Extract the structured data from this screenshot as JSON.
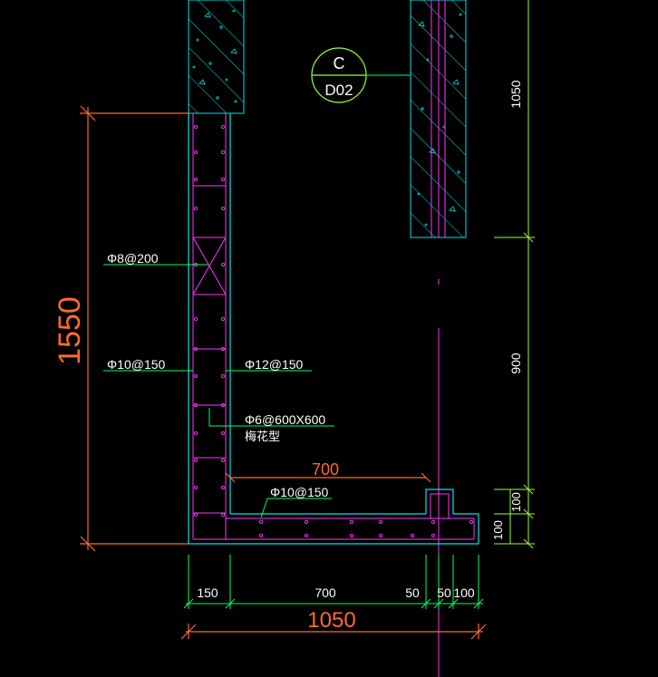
{
  "colors": {
    "background": "#000000",
    "dimension": "#ff6a2a",
    "concrete": "#00e5e5",
    "rebar": "#ff33ff",
    "leader": "#00ff66",
    "annotation": "#ffffff",
    "level_line": "#99ff33"
  },
  "section_marker": {
    "letter": "C",
    "sheet": "D02"
  },
  "rebar_labels": {
    "top_wall": "Φ8@200",
    "left_outer": "Φ10@150",
    "left_inner": "Φ12@150",
    "tie_line1": "Φ6@600X600",
    "tie_line2": "梅花型",
    "bottom_slab": "Φ10@150"
  },
  "dimensions": {
    "height_total": "1550",
    "top_width": "700",
    "right_1050": "1050",
    "right_900": "900",
    "right_100_a": "100",
    "right_100_b": "100",
    "bottom_150": "150",
    "bottom_700": "700",
    "bottom_50_a": "50",
    "bottom_50_b": "50",
    "bottom_100": "100",
    "bottom_total": "1050"
  }
}
